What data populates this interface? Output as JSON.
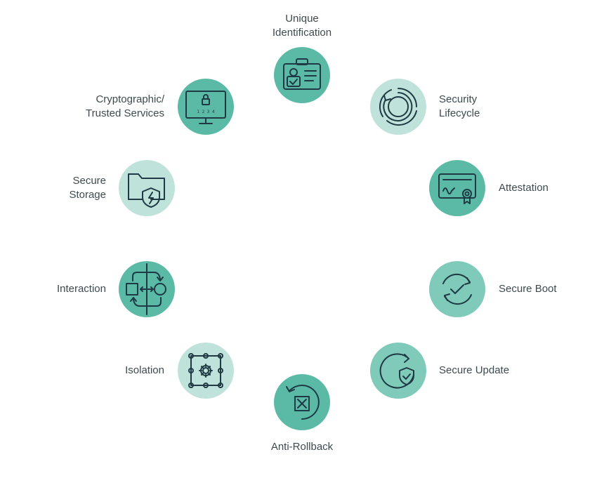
{
  "colors": {
    "dark": "#5bbaa6",
    "medium": "#7fcab9",
    "light": "#bfe3da",
    "icon": "#1f3a44",
    "text": "#3d4a4f"
  },
  "nodes": [
    {
      "id": "unique-identification",
      "label": "Unique\nIdentification",
      "icon": "id-badge-icon",
      "shade": "dark"
    },
    {
      "id": "security-lifecycle",
      "label": "Security\nLifecycle",
      "icon": "lifecycle-icon",
      "shade": "light"
    },
    {
      "id": "attestation",
      "label": "Attestation",
      "icon": "certificate-icon",
      "shade": "dark"
    },
    {
      "id": "secure-boot",
      "label": "Secure Boot",
      "icon": "refresh-check-icon",
      "shade": "medium"
    },
    {
      "id": "secure-update",
      "label": "Secure Update",
      "icon": "update-shield-icon",
      "shade": "medium"
    },
    {
      "id": "anti-rollback",
      "label": "Anti-Rollback",
      "icon": "rollback-box-icon",
      "shade": "dark"
    },
    {
      "id": "isolation",
      "label": "Isolation",
      "icon": "gear-grid-icon",
      "shade": "light"
    },
    {
      "id": "interaction",
      "label": "Interaction",
      "icon": "interaction-icon",
      "shade": "dark"
    },
    {
      "id": "secure-storage",
      "label": "Secure\nStorage",
      "icon": "folder-shield-icon",
      "shade": "light"
    },
    {
      "id": "cryptographic-services",
      "label": "Cryptographic/\nTrusted Services",
      "icon": "monitor-lock-icon",
      "shade": "dark"
    }
  ],
  "pin_digits": "1 2 3 4"
}
